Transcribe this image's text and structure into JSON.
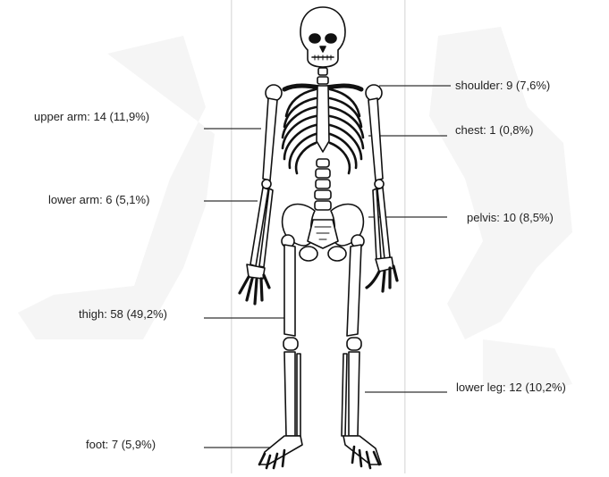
{
  "colors": {
    "bone_fill": "#ffffff",
    "bone_stroke": "#111111",
    "leader_line": "#333333",
    "background_figures": "#e6e6e6",
    "text": "#222222"
  },
  "labels": {
    "shoulder": "shoulder: 9 (7,6%)",
    "upper_arm": "upper arm: 14 (11,9%)",
    "chest": "chest: 1 (0,8%)",
    "lower_arm": "lower arm: 6 (5,1%)",
    "pelvis": "pelvis: 10 (8,5%)",
    "thigh": "thigh: 58 (49,2%)",
    "lower_leg": "lower leg: 12 (10,2%)",
    "foot": "foot: 7 (5,9%)"
  }
}
